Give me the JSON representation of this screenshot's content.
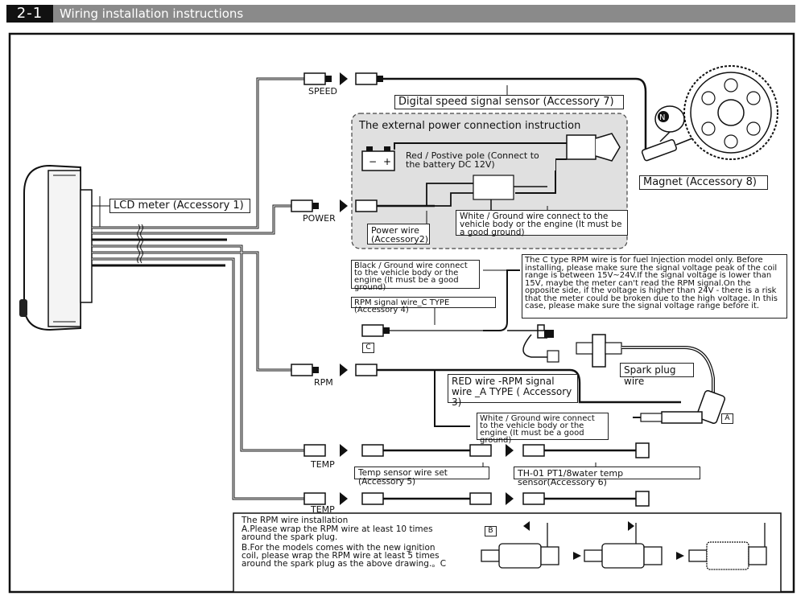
{
  "header": {
    "number": "2-1",
    "title": "Wiring installation instructions"
  },
  "connectors": {
    "speed": "SPEED",
    "power": "POWER",
    "rpm": "RPM",
    "temp1": "TEMP",
    "temp2": "TEMP"
  },
  "labels": {
    "lcd_meter": "LCD meter (Accessory 1)",
    "speed_sensor": "Digital speed signal sensor (Accessory 7)",
    "power_title": "The external power connection instruction",
    "red_pole": "Red / Postive pole (Connect to the battery DC 12V)",
    "white_ground_power": "White / Ground wire connect to the vehicle body or the engine (It must be a good ground)",
    "power_wire": "Power wire (Accessory2)",
    "magnet": "Magnet (Accessory 8)",
    "black_ground": "Black / Ground wire connect to the vehicle body or the engine (It must be a good ground)",
    "rpm_c": "RPM signal wire_C TYPE (Accessory 4)",
    "c_type_note": "The C type RPM wire is for fuel Injection model only. Before installing, please make sure the signal voltage peak of the coil range is between 15V~24V.If the signal voltage is lower than 15V, maybe the meter can't read the RPM signal.On the opposite side, if the voltage is higher than 24V - there is a risk that the meter could be broken due to the high voltage. In this case, please make sure the signal voltage range before it.",
    "spark_plug_wire": "Spark plug wire",
    "red_rpm_a": "RED wire -RPM signal wire _A TYPE ( Accessory 3)",
    "white_ground_rpm": "White / Ground wire connect to the vehicle body or the engine (It must be a good ground)",
    "temp_set": "Temp sensor wire set (Accessory 5)",
    "th01": "TH-01 PT1/8water temp sensor(Accessory 6)",
    "tag_c": "C",
    "tag_a": "A",
    "tag_b": "B",
    "magnet_letter": "N",
    "rpm_install_title": "The RPM wire installation",
    "rpm_install_a": "A.Please wrap the RPM wire at least 10 times around the spark plug.",
    "rpm_install_b": "B.For the models comes with the new ignition coil, please wrap the RPM wire at least 5 times around the spark plug as the above drawing.。C"
  },
  "colors": {
    "header_bar": "#8a8a8a",
    "header_number_bg": "#111111",
    "power_panel": "#e0e0e0"
  }
}
